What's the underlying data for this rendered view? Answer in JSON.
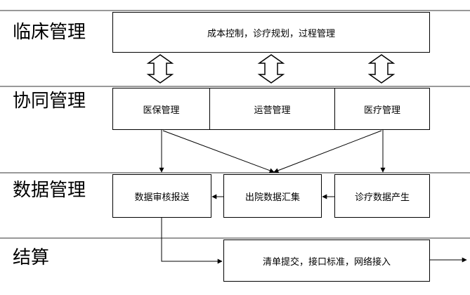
{
  "layers": {
    "clinical": "临床管理",
    "collaborative": "协同管理",
    "data": "数据管理",
    "settlement": "结算"
  },
  "boxes": {
    "clinical_top": "成本控制，诊疗规划，过程管理",
    "insurance_mgmt": "医保管理",
    "operations_mgmt": "运营管理",
    "medical_mgmt": "医疗管理",
    "data_review_submit": "数据审核报送",
    "discharge_data_aggregation": "出院数据汇集",
    "diagnosis_data_generation": "诊疗数据产生",
    "settlement_box": "清单提交，接口标准，网络接入"
  }
}
